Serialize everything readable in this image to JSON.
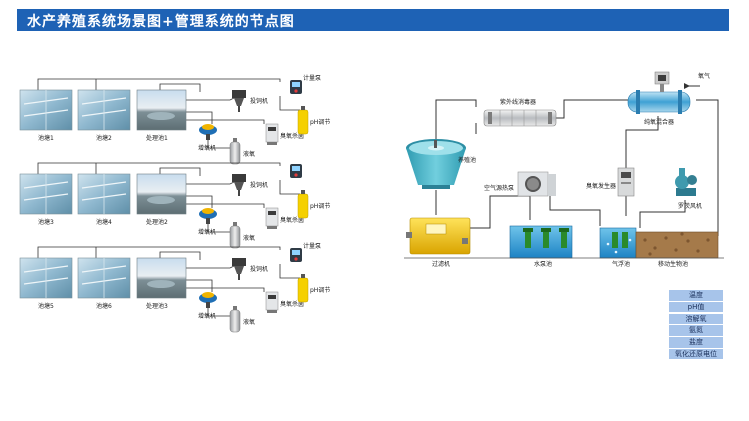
{
  "title": "水产养殖系统场景图+管理系统的节点图",
  "left_diagram": {
    "groups": [
      {
        "ponds": [
          "池塘1",
          "池塘2"
        ],
        "treatment": "处理池1",
        "devices": {
          "feeder": "投饲机",
          "oxygenator": "增氧机",
          "liquid_oxygen": "液氧",
          "ozone": "臭氧杀菌",
          "ph": "pH调节",
          "pump": "计量泵"
        }
      },
      {
        "ponds": [
          "池塘3",
          "池塘4"
        ],
        "treatment": "处理池2",
        "devices": {
          "feeder": "投饲机",
          "oxygenator": "增氧机",
          "liquid_oxygen": "液氧",
          "ozone": "臭氧杀菌",
          "ph": "pH调节",
          "pump": ""
        }
      },
      {
        "ponds": [
          "池塘5",
          "池塘6"
        ],
        "treatment": "处理池3",
        "devices": {
          "feeder": "投饲机",
          "oxygenator": "增氧机",
          "liquid_oxygen": "液氧",
          "ozone": "臭氧杀菌",
          "ph": "pH调节",
          "pump": "计量泵"
        }
      }
    ]
  },
  "right_diagram": {
    "oxygen": "氧气",
    "oxygen_mixer": "纯氧混合器",
    "uv": "紫外线消毒器",
    "culture_pool": "养殖池",
    "heat_pump": "空气源热泵",
    "ozone_gen": "臭氧发生器",
    "roots_blower": "罗茨风机",
    "filter": "过滤机",
    "pump_pool": "水泵池",
    "air_flotation": "气浮池",
    "biofilter": "移动生物池"
  },
  "legend": [
    "温度",
    "pH值",
    "溶解氧",
    "氨氮",
    "盐度",
    "氧化还原电位"
  ],
  "colors": {
    "title_bg": "#1e62b5",
    "legend_bg": "#a7c4ea",
    "water": "#3aa7d8",
    "tank_teal": "#4fb6c8",
    "filter_yellow": "#f2c20f",
    "soil": "#a57a4a"
  }
}
